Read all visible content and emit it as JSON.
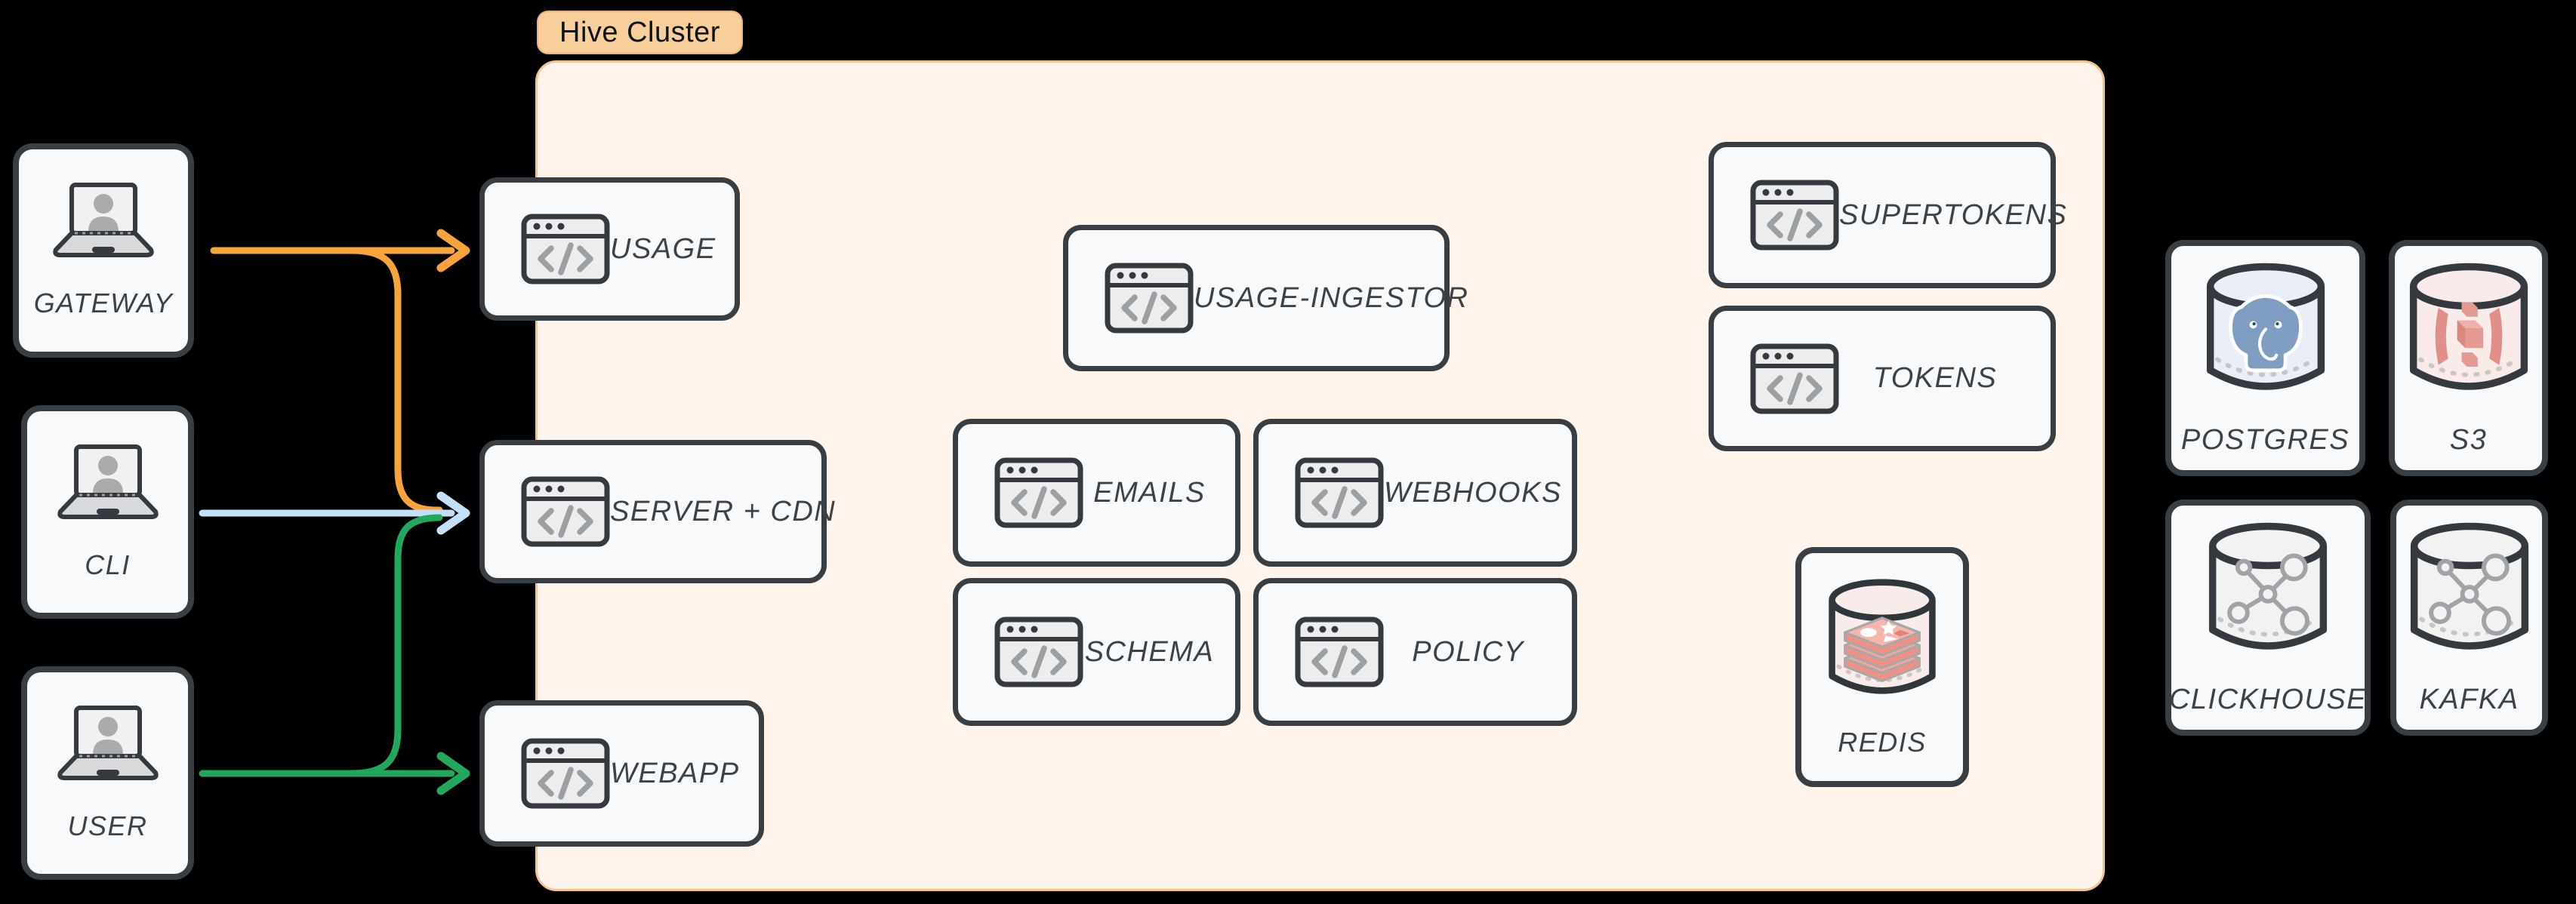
{
  "cluster": {
    "label": "Hive Cluster",
    "services": {
      "usage": {
        "label": "USAGE"
      },
      "server_cdn": {
        "label": "SERVER + CDN"
      },
      "webapp": {
        "label": "WEBAPP"
      },
      "usage_ingestor": {
        "label": "USAGE-INGESTOR"
      },
      "emails": {
        "label": "EMAILS"
      },
      "webhooks": {
        "label": "WEBHOOKS"
      },
      "schema": {
        "label": "SCHEMA"
      },
      "policy": {
        "label": "POLICY"
      },
      "supertokens": {
        "label": "SUPERTOKENS"
      },
      "tokens": {
        "label": "TOKENS"
      },
      "redis": {
        "label": "REDIS"
      }
    }
  },
  "actors": {
    "gateway": {
      "label": "GATEWAY"
    },
    "cli": {
      "label": "CLI"
    },
    "user": {
      "label": "USER"
    }
  },
  "databases": {
    "postgres": {
      "label": "POSTGRES"
    },
    "s3": {
      "label": "S3"
    },
    "clickhouse": {
      "label": "CLICKHOUSE"
    },
    "kafka": {
      "label": "KAFKA"
    }
  },
  "edges": [
    {
      "from": "GATEWAY",
      "to": "USAGE",
      "color": "#F8A43C"
    },
    {
      "from": "GATEWAY",
      "to": "SERVER + CDN",
      "color": "#F8A43C"
    },
    {
      "from": "CLI",
      "to": "SERVER + CDN",
      "color": "#C4E0F7"
    },
    {
      "from": "USER",
      "to": "WEBAPP",
      "color": "#21A85D"
    },
    {
      "from": "USER",
      "to": "SERVER + CDN",
      "color": "#21A85D"
    }
  ],
  "icons": {
    "actor": "laptop-user-icon",
    "service": "code-window-icon",
    "database": "database-cylinder-icon",
    "redis": "redis-database-icon",
    "postgres": "postgres-database-icon",
    "s3": "s3-database-icon",
    "clickhouse": "clickhouse-database-icon",
    "kafka": "kafka-database-icon"
  },
  "colors": {
    "canvas_bg": "#000000",
    "node_border": "#373E44",
    "node_fill": "#F8F9FA",
    "cluster_fill": "#FFF4EB",
    "cluster_border": "#F6C38E",
    "cluster_pill_fill": "#F8CE9B",
    "edge_gateway": "#F8A43C",
    "edge_cli": "#C4E0F7",
    "edge_user": "#21A85D",
    "label_text": "#3B4248"
  }
}
